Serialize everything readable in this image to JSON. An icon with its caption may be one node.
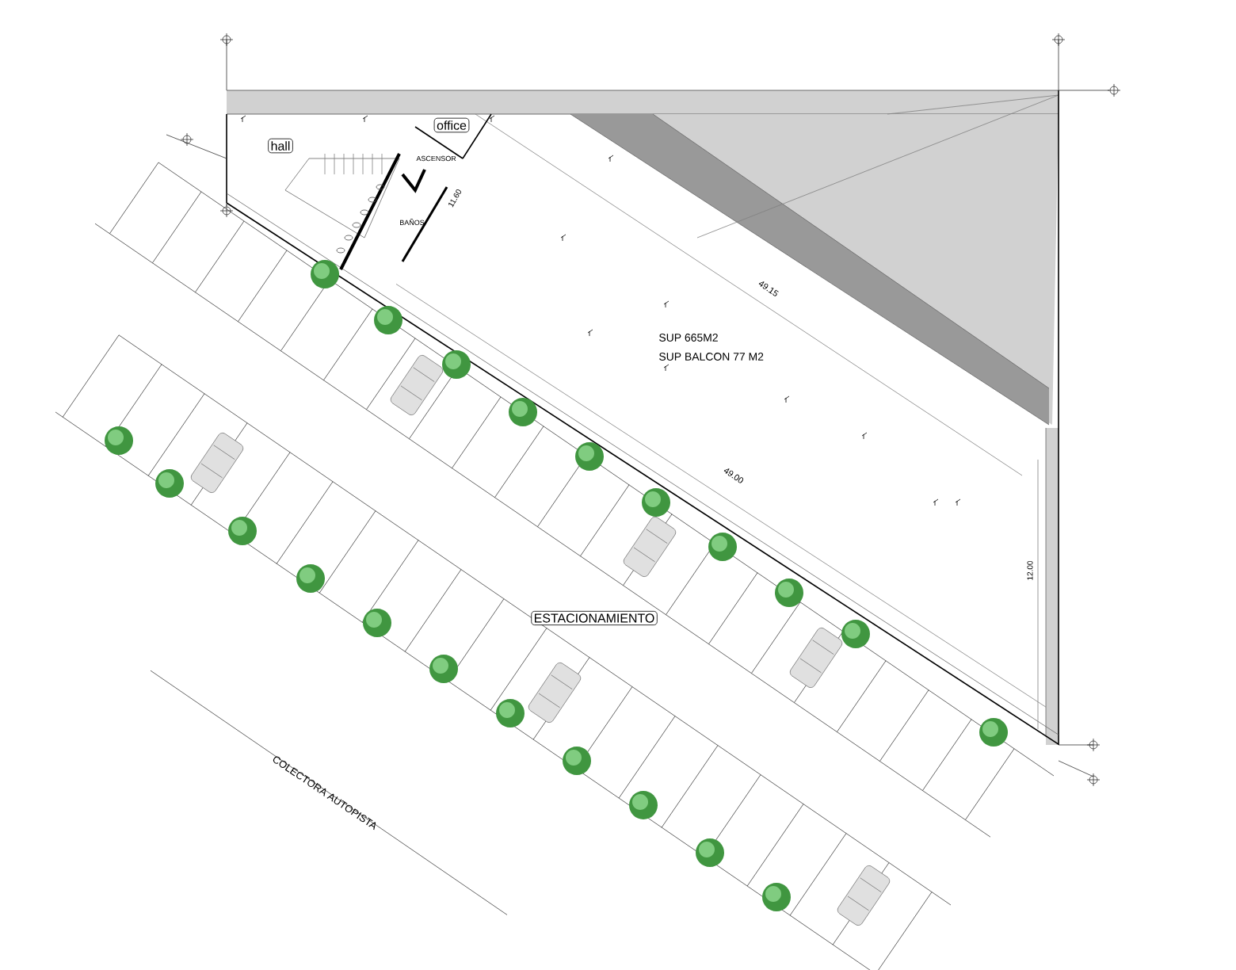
{
  "diagram": {
    "nodes": [
      {
        "text": [
          "hall"
        ]
      },
      {
        "text": [
          "office"
        ]
      },
      {
        "text": [
          "ESTACIONAMIENTO"
        ]
      }
    ],
    "labels": [
      "ASCENSOR",
      "BAÑOS",
      "11.60",
      "49.15",
      "SUP 665M2",
      "SUP BALCON 77 M2",
      "49.00",
      "12.00",
      "COLECTORA AUTOPISTA"
    ]
  }
}
